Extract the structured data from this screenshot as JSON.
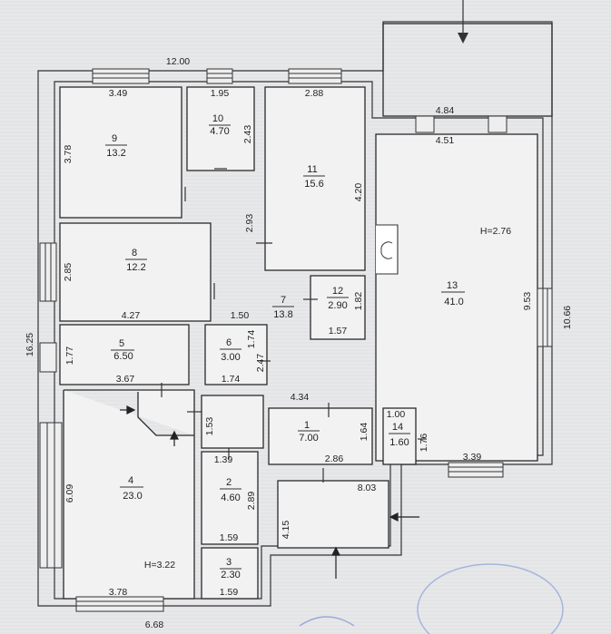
{
  "dimensions": {
    "top_width": "12.00",
    "left_height": "16.25",
    "right_height": "10.66",
    "bottom_width": "6.68",
    "d_8_03": "8.03",
    "d_4_15": "4.15",
    "d_4_84": "4.84",
    "d_4_51": "4.51",
    "d_4_34": "4.34",
    "d_3_39": "3.39",
    "d_2_86": "2.86",
    "d_1_50": "1.50",
    "d_4_27": "4.27",
    "d_3_67": "3.67",
    "d_3_78_bottom": "3.78"
  },
  "heights": {
    "h_276": "H=2.76",
    "h_322": "H=3.22"
  },
  "rooms": [
    {
      "num": "9",
      "area": "13.2",
      "w": "3.49",
      "h": "3.78"
    },
    {
      "num": "10",
      "area": "4.70",
      "w": "1.95",
      "h": "2.43"
    },
    {
      "num": "11",
      "area": "15.6",
      "w": "2.88",
      "h": "4.20"
    },
    {
      "num": "8",
      "area": "12.2",
      "w": "4.27",
      "h": "2.85"
    },
    {
      "num": "7",
      "area": "13.8",
      "h": "2.93"
    },
    {
      "num": "12",
      "area": "2.90",
      "w": "1.57",
      "h": "1.82"
    },
    {
      "num": "13",
      "area": "41.0",
      "h": "9.53"
    },
    {
      "num": "5",
      "area": "6.50",
      "h": "1.77"
    },
    {
      "num": "6",
      "area": "3.00",
      "w": "1.74",
      "h": "1.74",
      "h2": "2.47"
    },
    {
      "num": "1",
      "area": "7.00",
      "h": "1.64"
    },
    {
      "num": "14",
      "area": "1.60",
      "w": "1.00",
      "h": "1.76"
    },
    {
      "num": "4",
      "area": "23.0",
      "h": "6.09"
    },
    {
      "num": "2",
      "area": "4.60",
      "w": "1.59",
      "w_top": "1.39",
      "h": "2.89",
      "h2": "1.53"
    },
    {
      "num": "3",
      "area": "2.30",
      "w": "1.59"
    }
  ]
}
